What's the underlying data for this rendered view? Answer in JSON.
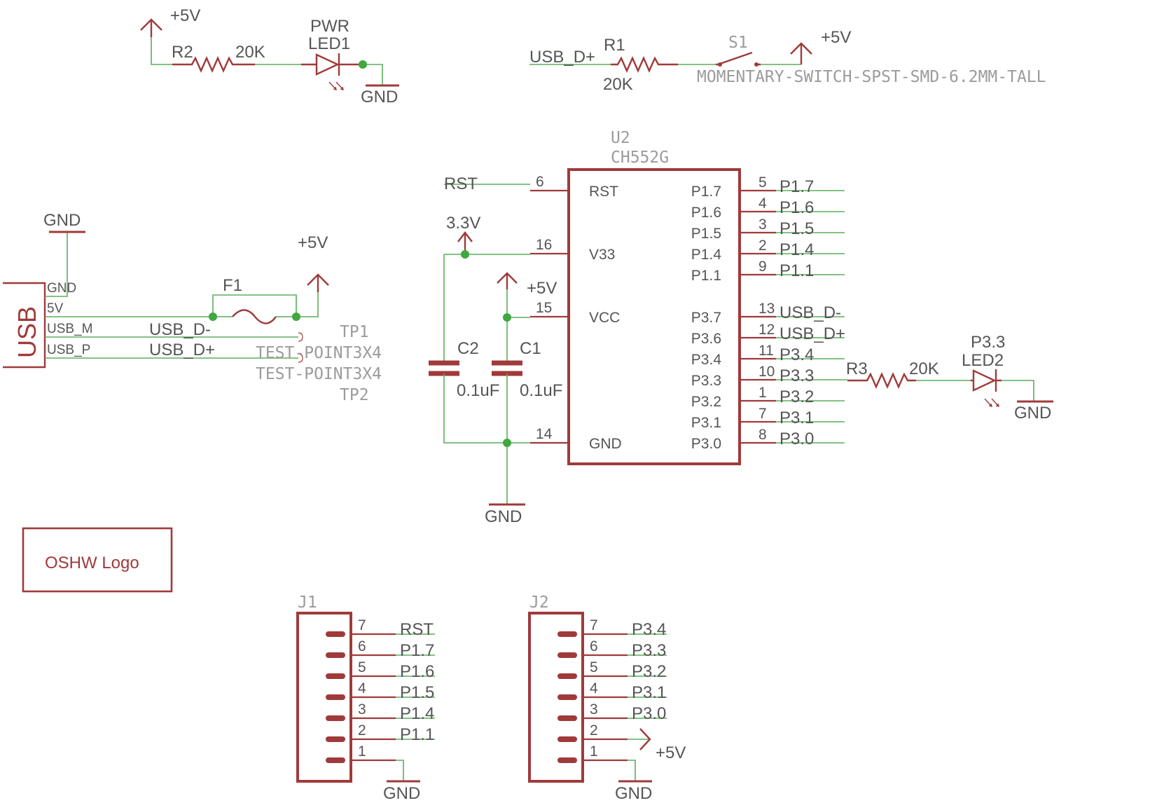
{
  "power": {
    "vcc": "+5V",
    "v33": "3.3V",
    "gnd": "GND"
  },
  "r2": {
    "ref": "R2",
    "value": "20K"
  },
  "led1": {
    "name": "PWR",
    "ref": "LED1"
  },
  "r1": {
    "ref": "R1",
    "value": "20K",
    "net": "USB_D+"
  },
  "s1": {
    "ref": "S1",
    "value": "MOMENTARY-SWITCH-SPST-SMD-6.2MM-TALL"
  },
  "u2": {
    "ref": "U2",
    "value": "CH552G",
    "left_pins": [
      {
        "name": "RST",
        "num": "6",
        "net": "RST"
      },
      {
        "name": "V33",
        "num": "16"
      },
      {
        "name": "VCC",
        "num": "15"
      },
      {
        "name": "GND",
        "num": "14"
      }
    ],
    "right_pins": [
      {
        "name": "P1.7",
        "num": "5",
        "net": "P1.7"
      },
      {
        "name": "P1.6",
        "num": "4",
        "net": "P1.6"
      },
      {
        "name": "P1.5",
        "num": "3",
        "net": "P1.5"
      },
      {
        "name": "P1.4",
        "num": "2",
        "net": "P1.4"
      },
      {
        "name": "P1.1",
        "num": "9",
        "net": "P1.1"
      },
      {
        "name": "P3.7",
        "num": "13",
        "net": "USB_D-"
      },
      {
        "name": "P3.6",
        "num": "12",
        "net": "USB_D+"
      },
      {
        "name": "P3.4",
        "num": "11",
        "net": "P3.4"
      },
      {
        "name": "P3.3",
        "num": "10",
        "net": "P3.3"
      },
      {
        "name": "P3.2",
        "num": "1",
        "net": "P3.2"
      },
      {
        "name": "P3.1",
        "num": "7",
        "net": "P3.1"
      },
      {
        "name": "P3.0",
        "num": "8",
        "net": "P3.0"
      }
    ]
  },
  "c2": {
    "ref": "C2",
    "value": "0.1uF"
  },
  "c1": {
    "ref": "C1",
    "value": "0.1uF"
  },
  "r3": {
    "ref": "R3",
    "value": "20K"
  },
  "led2": {
    "name": "P3.3",
    "ref": "LED2"
  },
  "usb": {
    "label": "USB",
    "pins": [
      "GND",
      "5V",
      "USB_M",
      "USB_P"
    ],
    "nets": {
      "dminus": "USB_D-",
      "dplus": "USB_D+"
    }
  },
  "f1": {
    "ref": "F1"
  },
  "tp1": {
    "ref": "TP1",
    "value": "TEST-POINT3X4"
  },
  "tp2": {
    "ref": "TP2",
    "value": "TEST-POINT3X4"
  },
  "logo": {
    "label": "OSHW Logo"
  },
  "j1": {
    "ref": "J1",
    "pins": [
      {
        "num": "7",
        "net": "RST"
      },
      {
        "num": "6",
        "net": "P1.7"
      },
      {
        "num": "5",
        "net": "P1.6"
      },
      {
        "num": "4",
        "net": "P1.5"
      },
      {
        "num": "3",
        "net": "P1.4"
      },
      {
        "num": "2",
        "net": "P1.1"
      },
      {
        "num": "1",
        "net": "GND"
      }
    ]
  },
  "j2": {
    "ref": "J2",
    "pins": [
      {
        "num": "7",
        "net": "P3.4"
      },
      {
        "num": "6",
        "net": "P3.3"
      },
      {
        "num": "5",
        "net": "P3.2"
      },
      {
        "num": "4",
        "net": "P3.1"
      },
      {
        "num": "3",
        "net": "P3.0"
      },
      {
        "num": "2",
        "net": "+5V"
      },
      {
        "num": "1",
        "net": "GND"
      }
    ]
  },
  "colors": {
    "symbol": "#a03a3a",
    "wire": "#5aae5a",
    "junction": "#3fa83f",
    "text": "#555555"
  }
}
